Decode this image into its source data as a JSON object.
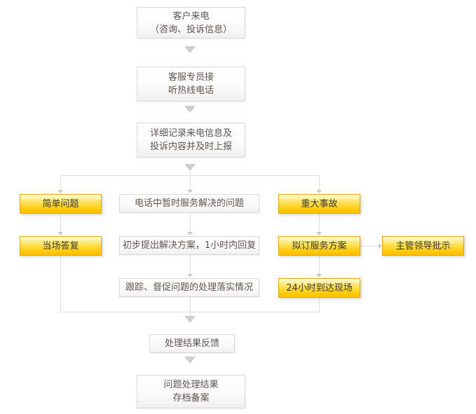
{
  "flow": {
    "nodes": {
      "customer_call": {
        "label": "客户来电\n（咨询、投诉信息）"
      },
      "agent_answer": {
        "label": "客服专员接\n听热线电话"
      },
      "record_report": {
        "label": "详细记录来电信息及\n投诉内容并及时上报"
      },
      "simple_issue": {
        "label": "简单问题"
      },
      "phone_resolved": {
        "label": "电话中暂时服务解决的问题"
      },
      "major_accident": {
        "label": "重大事故"
      },
      "onsite_reply": {
        "label": "当场答复"
      },
      "propose_solution": {
        "label": "初步提出解决方案，1小时内回复"
      },
      "draft_plan": {
        "label": "拟订服务方案"
      },
      "leader_approval": {
        "label": "主管领导批示"
      },
      "track_supervise": {
        "label": "跟踪、督促问题的处理落实情况"
      },
      "arrive_onsite": {
        "label": "24小时到达现场"
      },
      "result_feedback": {
        "label": "处理结果反馈"
      },
      "archive": {
        "label": "问题处理结果\n存档备案"
      }
    },
    "colors": {
      "highlight_box_top": "#fffde6",
      "highlight_box_bottom": "#fac201",
      "highlight_box_border": "#e0a600",
      "plain_box_border": "#d8d8d8",
      "connector_line": "#dedede",
      "arrow": "#cdcdcd",
      "text": "#5c564e"
    }
  }
}
